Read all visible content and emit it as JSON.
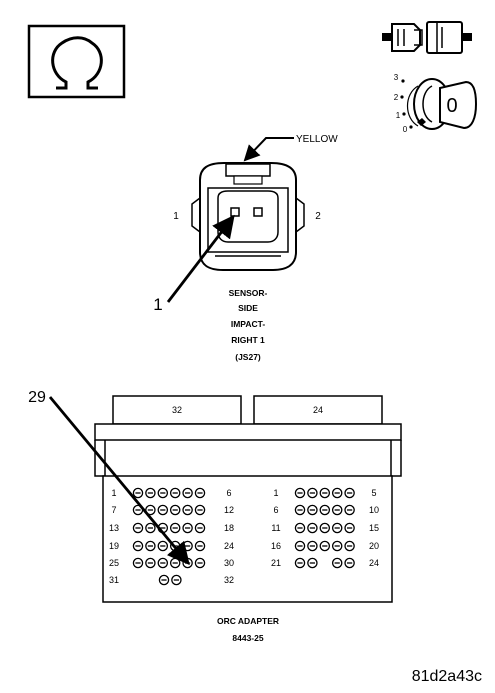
{
  "icons": {
    "ohmmeter": "omega-resistance-icon",
    "disconnect": "connector-disconnect-icon",
    "ignition": "ignition-switch-off-icon"
  },
  "ignition": {
    "positions": [
      "3",
      "2",
      "1",
      "0"
    ],
    "key_label": "0"
  },
  "sensor_connector": {
    "wire_color": "YELLOW",
    "pin_left": "1",
    "pin_right": "2",
    "callout": "1",
    "title_lines": [
      "SENSOR-",
      "SIDE",
      "IMPACT-",
      "RIGHT 1",
      "(JS27)"
    ]
  },
  "orc_adapter": {
    "callout": "29",
    "header_left": "32",
    "header_right": "24",
    "left_rows": [
      {
        "start": "1",
        "end": "6"
      },
      {
        "start": "7",
        "end": "12"
      },
      {
        "start": "13",
        "end": "18"
      },
      {
        "start": "19",
        "end": "24"
      },
      {
        "start": "25",
        "end": "30"
      },
      {
        "start": "31",
        "end": "32"
      }
    ],
    "right_rows": [
      {
        "start": "1",
        "end": "5"
      },
      {
        "start": "6",
        "end": "10"
      },
      {
        "start": "11",
        "end": "15"
      },
      {
        "start": "16",
        "end": "20"
      },
      {
        "start": "21",
        "end": "24"
      }
    ],
    "title_lines": [
      "ORC ADAPTER",
      "8443-25"
    ]
  },
  "figure_id": "81d2a43c"
}
